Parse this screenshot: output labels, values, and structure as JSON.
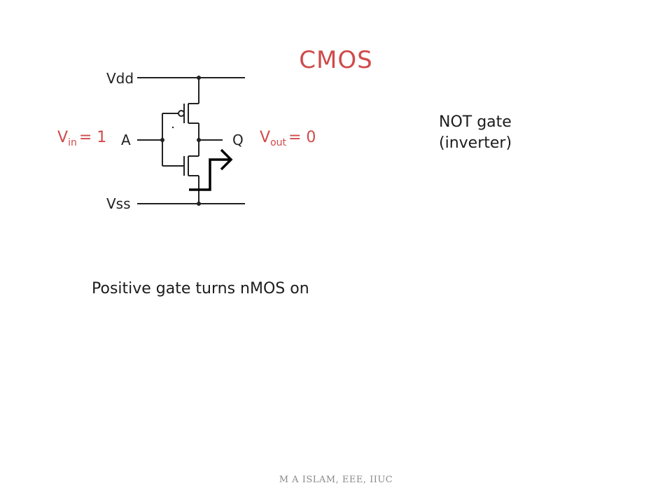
{
  "slide": {
    "title": "CMOS",
    "gate_line1": "NOT gate",
    "gate_line2": "(inverter)",
    "note": "Positive gate turns nMOS on",
    "footer": "M A ISLAM, EEE, IIUC"
  },
  "circuit": {
    "vdd_label": "Vdd",
    "vss_label": "Vss",
    "input_label": "A",
    "output_label": "Q"
  },
  "signals": {
    "vin_main": "V",
    "vin_sub": "in",
    "vin_value": "= 1",
    "vout_main": "V",
    "vout_sub": "out",
    "vout_value": "= 0"
  },
  "colors": {
    "accent": "#d04a4a",
    "wire": "#222222",
    "text": "#1c1c1c"
  }
}
